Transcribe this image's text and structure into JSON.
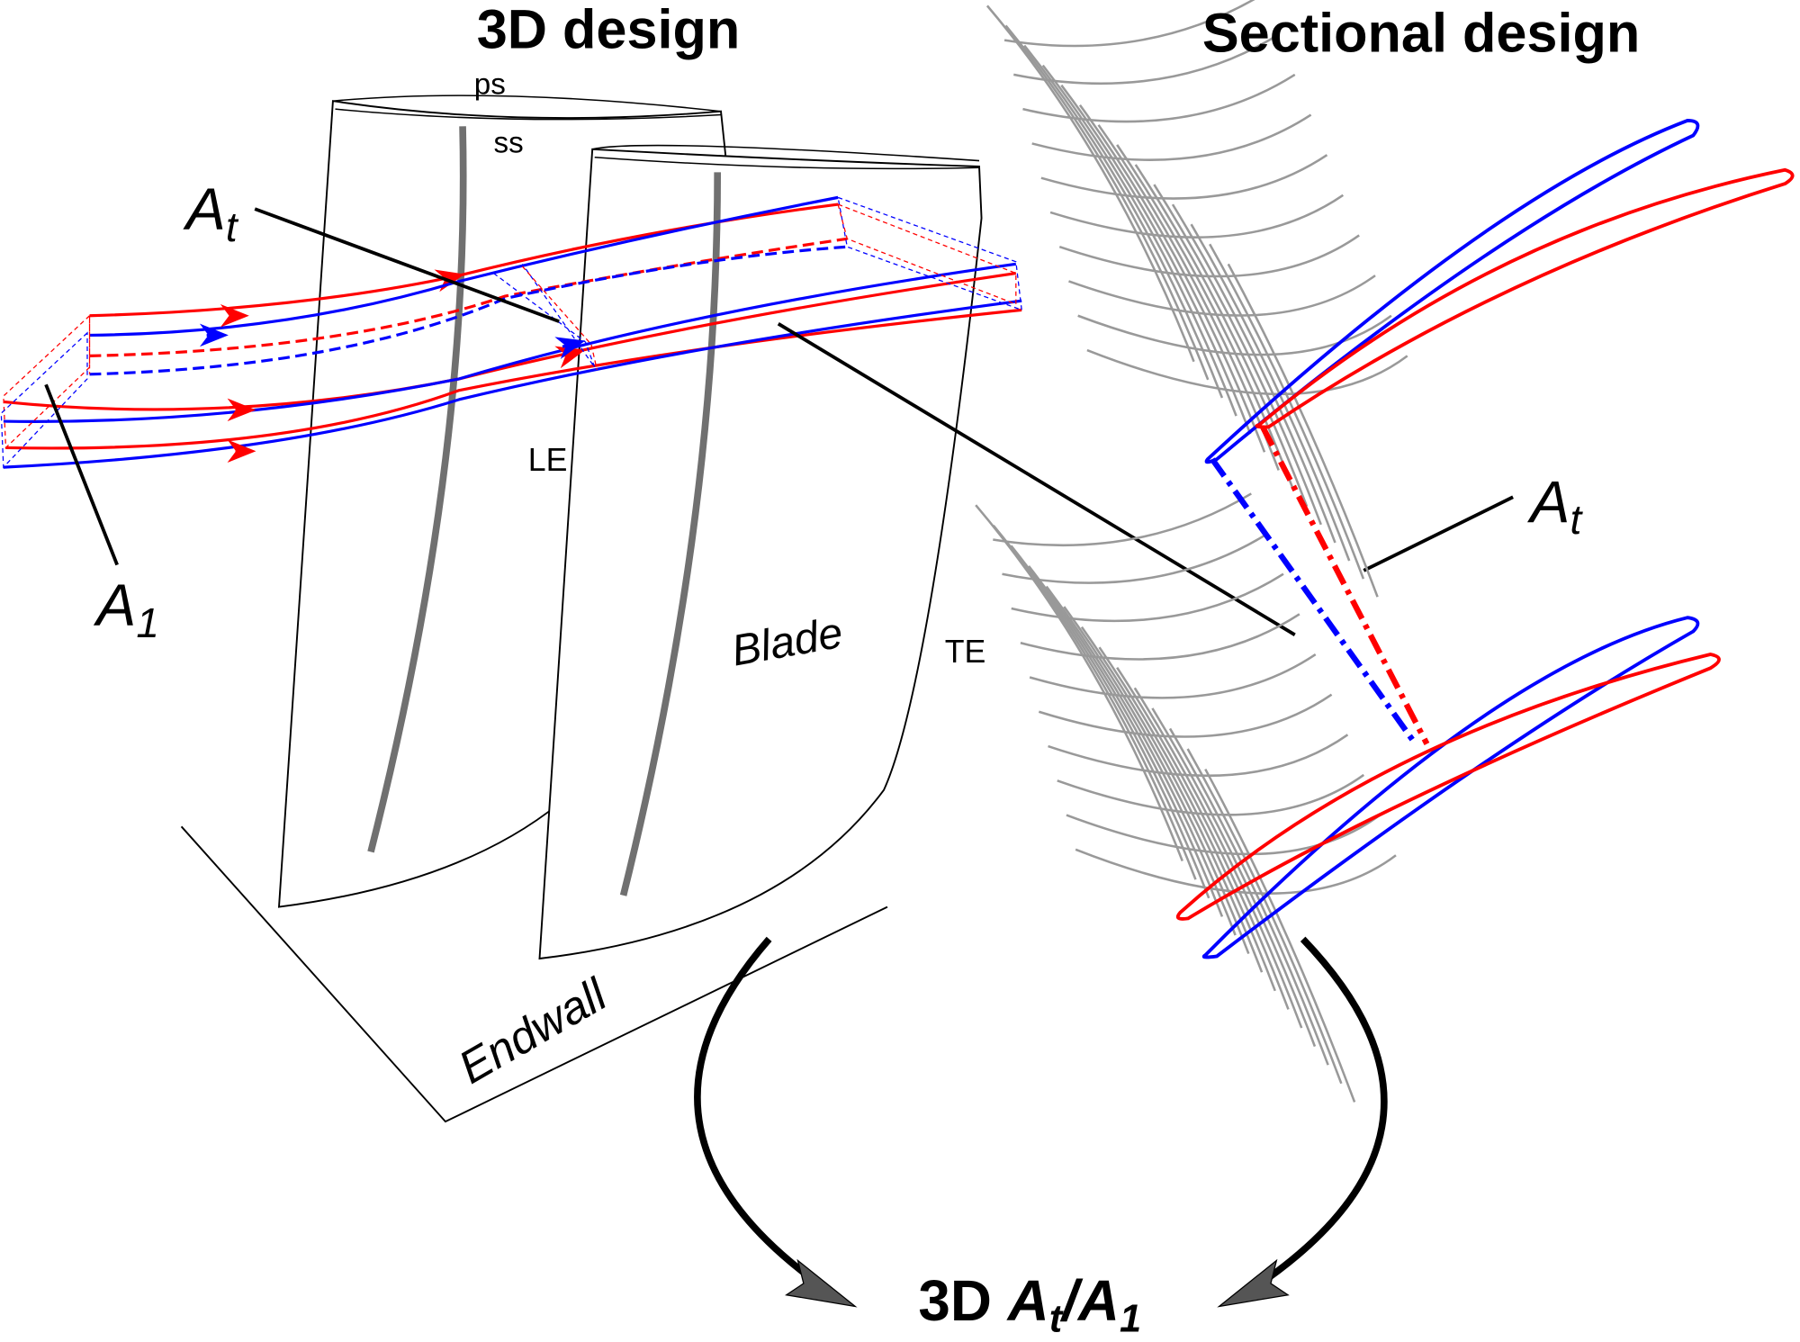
{
  "titles": {
    "left": "3D design",
    "right": "Sectional design"
  },
  "labels": {
    "ps": "ps",
    "ss": "ss",
    "le": "LE",
    "te": "TE",
    "blade": "Blade",
    "endwall": "Endwall",
    "at_left": {
      "main": "A",
      "sub": "t"
    },
    "a1": {
      "main": "A",
      "sub": "1"
    },
    "at_right": {
      "main": "A",
      "sub": "t"
    }
  },
  "result": {
    "prefix": "3D ",
    "num_main": "A",
    "num_sub": "t",
    "slash": "/",
    "den_main": "A",
    "den_sub": "1"
  },
  "colors": {
    "red": "#ff0000",
    "blue": "#0000ff",
    "mesh": "#999999",
    "camber": "#707070",
    "black": "#000000"
  }
}
